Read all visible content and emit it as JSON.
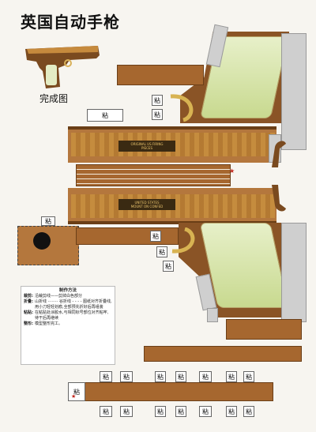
{
  "title": "英国自动手枪",
  "preview_caption": "完成图",
  "glue_label": "粘",
  "engraving_1": "ORIGINAL US FIRING\nPIECES",
  "engraving_2": "UNITED STATES\nMOUNT ON CONFED",
  "instructions": {
    "title": "制作方法",
    "lines": [
      {
        "key": "裁剪:",
        "text": "沿裁剪线——剪掉白色部分"
      },
      {
        "key": "折叠:",
        "text": "山折线 ········ 谷折线 - - - - 图纸对齐折叠线,用小刀轻轻划痕,全部预先折好后再组装"
      },
      {
        "key": "粘贴:",
        "text": "在粘贴处涂胶水,与相同标号部位对齐粘牢,待干后再继续"
      },
      {
        "key": "整形:",
        "text": "模型整形完工。"
      }
    ]
  }
}
